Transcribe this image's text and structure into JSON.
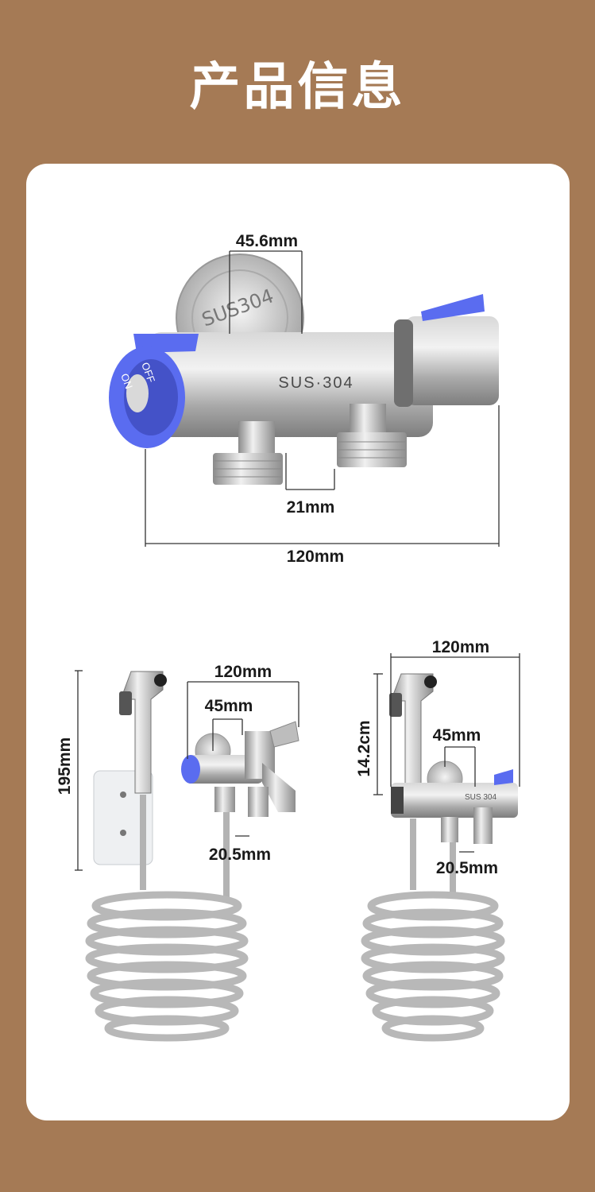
{
  "page": {
    "title": "产品信息"
  },
  "product_text": {
    "body_mark": "SUS·304",
    "flange_mark": "SUS304",
    "knob_on": "ON",
    "knob_off": "OFF",
    "small_body_mark": "SUS 304"
  },
  "top_view": {
    "dim_top": "45.6mm",
    "dim_mid": "21mm",
    "dim_bottom": "120mm"
  },
  "left_view": {
    "dim_width": "120mm",
    "dim_spacing": "45mm",
    "dim_height": "195mm",
    "dim_bottom": "20.5mm"
  },
  "right_view": {
    "dim_width": "120mm",
    "dim_spacing": "45mm",
    "dim_height": "14.2cm",
    "dim_bottom": "20.5mm"
  },
  "colors": {
    "background": "#a57a55",
    "card": "#ffffff",
    "accent_blue": "#5a6cf0",
    "steel": "#b9b9b9"
  }
}
